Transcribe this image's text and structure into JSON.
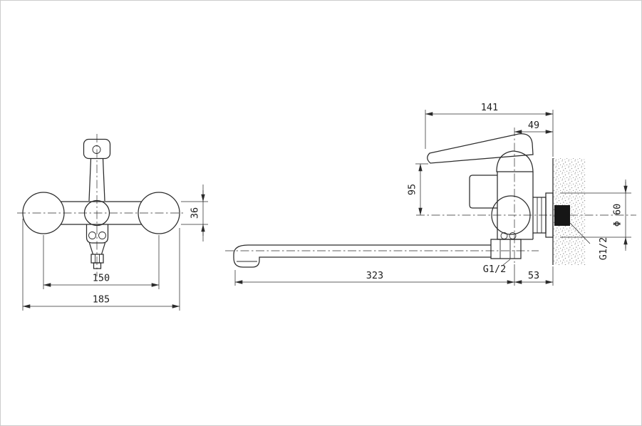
{
  "drawing": {
    "type": "technical-dimension-drawing",
    "subject": "wall-mounted bath mixer faucet, front and side views"
  },
  "colors": {
    "line": "#2b2b2b",
    "wall_pipe": "#161616",
    "wall_stipple": "#9a9a9a",
    "page_border": "#cccccc",
    "background": "#ffffff"
  },
  "front_view": {
    "dims": {
      "body_height": "36",
      "mount_centers": "150",
      "overall_width": "185"
    }
  },
  "side_view": {
    "dims": {
      "overall_depth": "141",
      "cap_to_wall": "49",
      "handle_height": "95",
      "spout_length": "323",
      "wall_inset": "53",
      "flange_diameter": "Φ 60",
      "spout_thread": "G1/2",
      "wall_thread": "G1/2"
    }
  }
}
